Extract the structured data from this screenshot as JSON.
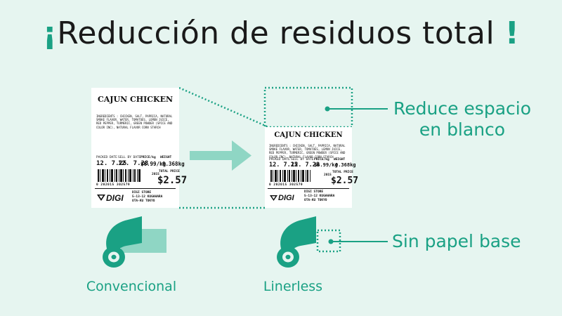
{
  "title": {
    "open": "¡",
    "text": "Reducción de residuos total",
    "close": "!"
  },
  "receipt": {
    "product_name": "CAJUN CHICKEN",
    "ingredients": "INGREDIENTS : CHICKEN, SALT, PAPRICA, NATURAL SMOKE FLAVOR, WATER, TOMATOES, LEMON JUICE, RED PEPPER, TURMERIC, GREEN POWDER (SPICE AND COLOR INC), NATURAL FLAVOR CORN STARCH",
    "packed_label": "PACKED DATE",
    "sell_label": "SELL BY DATE",
    "price_label": "PRICE/kg",
    "weight_label": "WEIGHT",
    "packed_date": "12. 7.25",
    "sell_date": "12. 7.28",
    "price_per_kg": "$6.99/kg",
    "weight": "0.368kg",
    "year": "2015",
    "total_label": "TOTAL PRICE",
    "total_price": "$2.57",
    "barcode_number": "0 202015 302579",
    "store_name": "DIGI STORE",
    "store_addr1": "5-13-12 KUGAHARA",
    "store_addr2": "OTA-KU TOKYO",
    "brand": "DIGI"
  },
  "labels": {
    "reduce_line1": "Reduce espacio",
    "reduce_line2": "en blanco",
    "no_liner": "Sin papel base"
  },
  "captions": {
    "conventional": "Convencional",
    "linerless": "Linerless"
  },
  "colors": {
    "accent": "#1aa184",
    "background": "#e6f5f0",
    "arrow": "#8fd6c4",
    "liner": "#8fd6c4"
  }
}
